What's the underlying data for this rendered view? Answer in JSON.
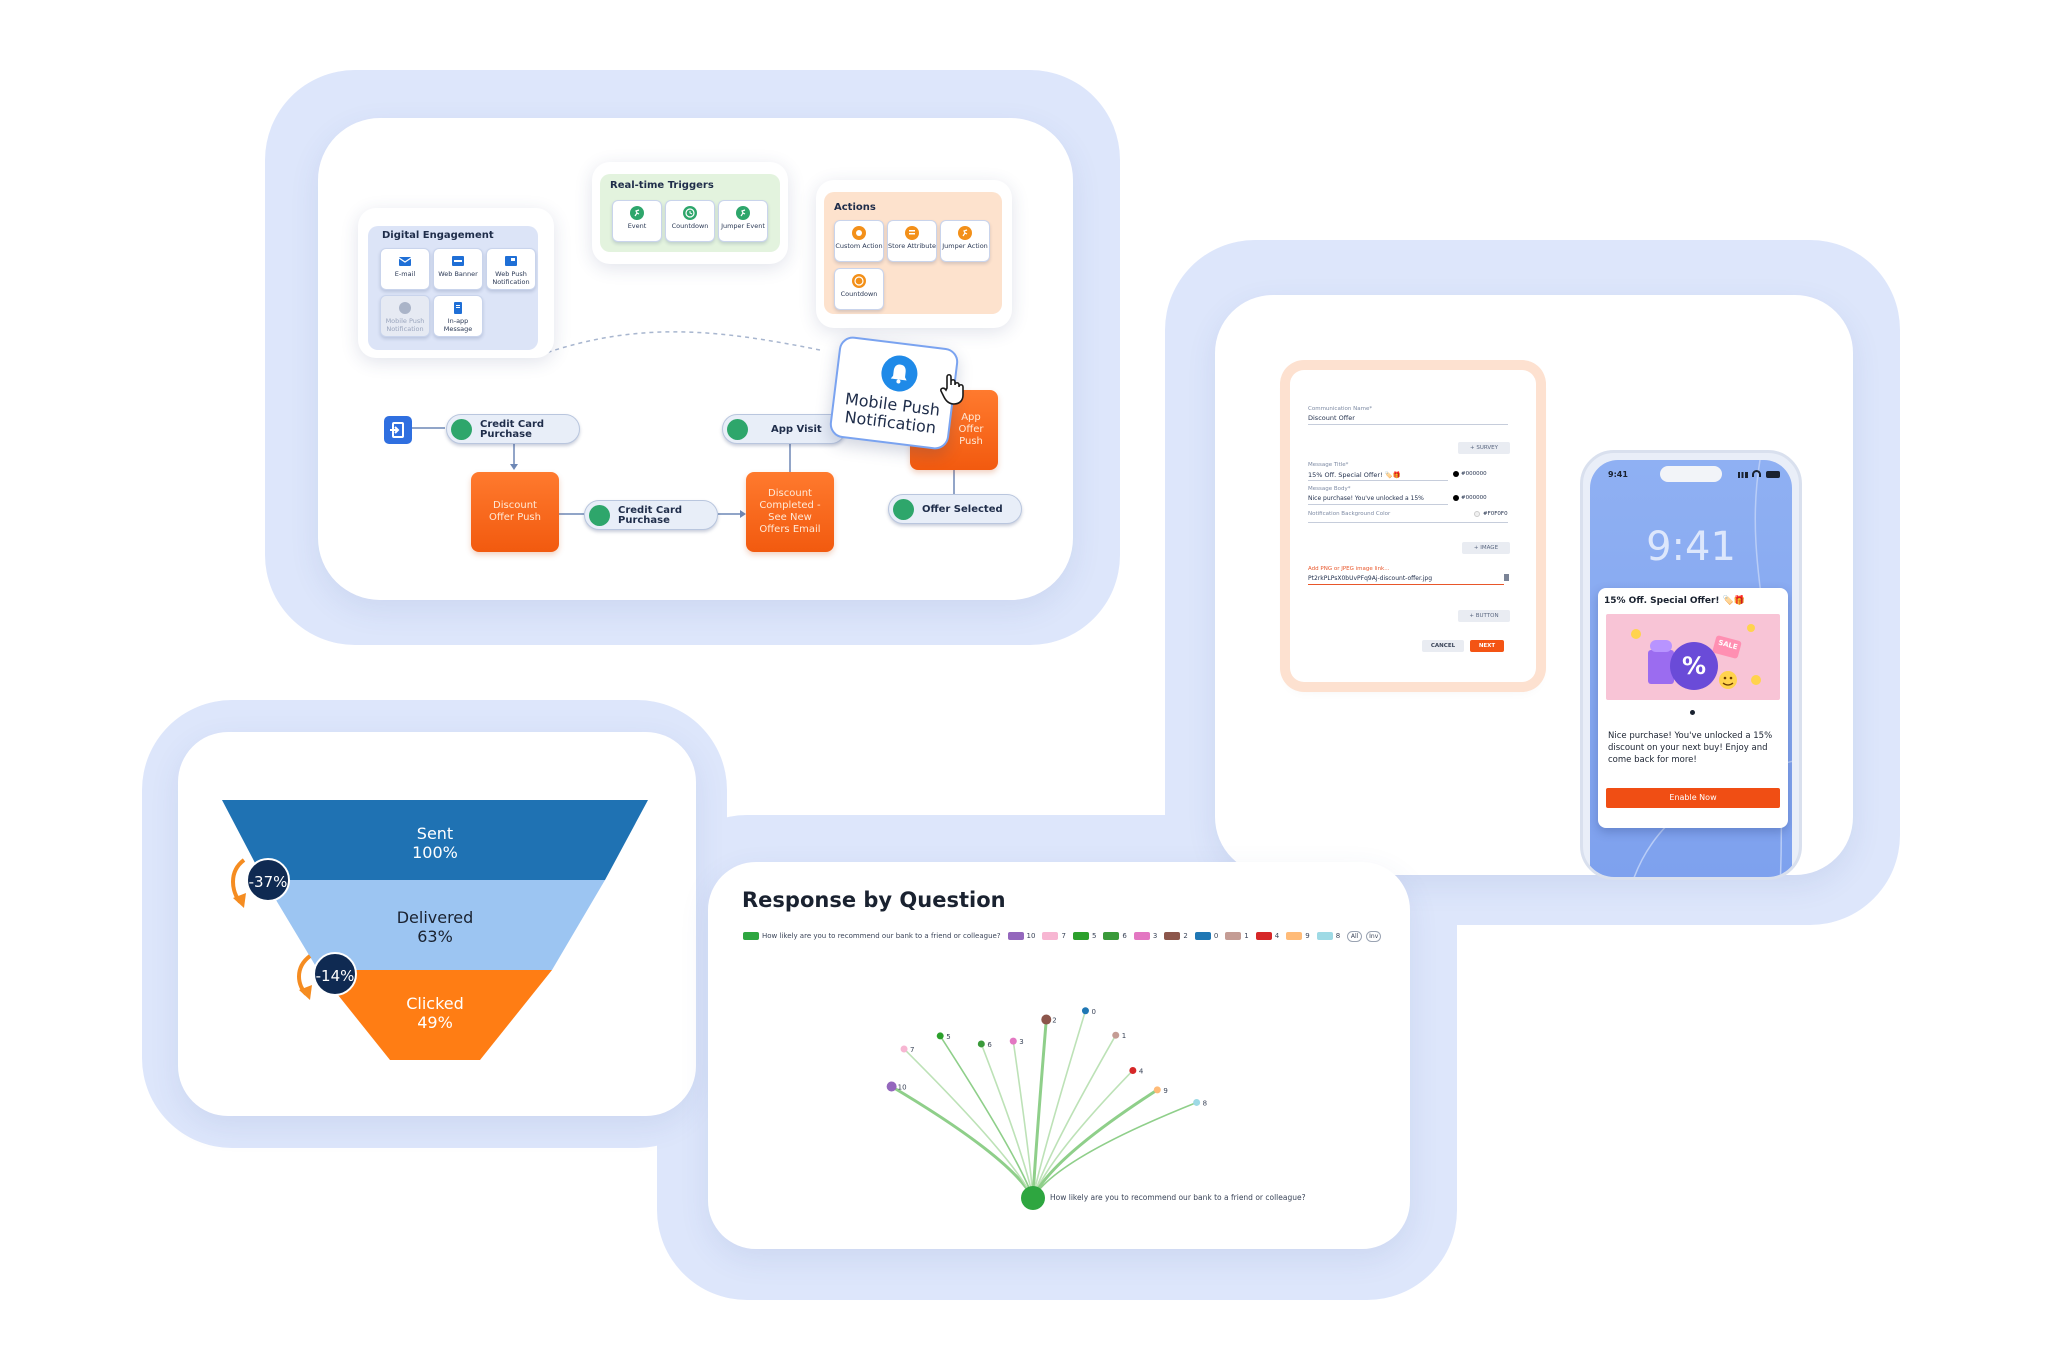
{
  "journey": {
    "digital_engagement": {
      "title": "Digital Engagement",
      "tiles": [
        "E-mail",
        "Web Banner",
        "Web Push Notification",
        "Mobile Push Notification",
        "In-app Message"
      ]
    },
    "realtime_triggers": {
      "title": "Real-time Triggers",
      "tiles": [
        "Event",
        "Countdown",
        "Jumper Event"
      ]
    },
    "actions": {
      "title": "Actions",
      "tiles": [
        "Custom Action",
        "Store Attribute",
        "Jumper Action",
        "Countdown"
      ]
    },
    "nodes": {
      "credit_card_1": "Credit Card Purchase",
      "credit_card_2": "Credit Card Purchase",
      "app_visit": "App Visit",
      "offer_selected": "Offer Selected",
      "discount_offer_push": "Discount Offer Push",
      "discount_completed": "Discount Completed - See New Offers Email",
      "app_offer_push": "App Offer Push"
    },
    "push_card": {
      "label": "Mobile Push Notification"
    }
  },
  "form": {
    "communication_name_label": "Communication Name*",
    "communication_name_value": "Discount Offer",
    "survey_button": "+ SURVEY",
    "message_title_label": "Message Title*",
    "message_title_value": "15% Off. Special Offer! 🏷️🎁",
    "message_title_color": "#000000",
    "message_body_label": "Message Body*",
    "message_body_value": "Nice purchase! You've unlocked a 15%",
    "message_body_color": "#000000",
    "bg_color_label": "Notification Background Color",
    "bg_color_value": "#F0F0F0",
    "image_button": "+ IMAGE",
    "image_link_label": "Add PNG or JPEG image link...",
    "image_link_value": "Pt2rkPLPsX0bUvPFq9Aj-discount-offer.jpg",
    "button_button": "+ BUTTON",
    "cancel_button": "CANCEL",
    "next_button": "NEXT"
  },
  "phone": {
    "status_time": "9:41",
    "lock_time": "9:41",
    "notification_title": "15% Off. Special Offer! 🏷️🎁",
    "image_sale_tag": "SALE",
    "image_percent": "%",
    "notification_body": "Nice purchase! You've unlocked a 15% discount on your next buy! Enjoy and come back for more!",
    "cta": "Enable Now"
  },
  "funnel": {
    "stages": [
      {
        "name": "Sent",
        "percent": "100%",
        "value": 100
      },
      {
        "name": "Delivered",
        "percent": "63%",
        "value": 63
      },
      {
        "name": "Clicked",
        "percent": "49%",
        "value": 49
      }
    ],
    "drops": [
      "-37%",
      "-14%"
    ]
  },
  "response": {
    "title": "Response by Question",
    "legend": [
      {
        "label": "How likely are you to recommend our bank to a friend or colleague?",
        "color": "#2ea640"
      },
      {
        "label": "10",
        "color": "#9467bd"
      },
      {
        "label": "7",
        "color": "#f7b6d2"
      },
      {
        "label": "5",
        "color": "#2ca02c"
      },
      {
        "label": "6",
        "color": "#3a9a3a"
      },
      {
        "label": "3",
        "color": "#e377c2"
      },
      {
        "label": "2",
        "color": "#8c564b"
      },
      {
        "label": "0",
        "color": "#1f77b4"
      },
      {
        "label": "1",
        "color": "#c49c94"
      },
      {
        "label": "4",
        "color": "#d62728"
      },
      {
        "label": "9",
        "color": "#ffbb78"
      },
      {
        "label": "8",
        "color": "#9edae5"
      }
    ],
    "legend_all": "All",
    "legend_inv": "Inv"
  },
  "chart_data": [
    {
      "type": "funnel",
      "categories": [
        "Sent",
        "Delivered",
        "Clicked"
      ],
      "values": [
        100,
        63,
        49
      ],
      "annotations": [
        "-37%",
        "-14%"
      ]
    },
    {
      "type": "radial-tree",
      "title": "Response by Question",
      "root": "How likely are you to recommend our bank to a friend or colleague?",
      "leaves": [
        "10",
        "7",
        "5",
        "6",
        "3",
        "2",
        "0",
        "1",
        "4",
        "9",
        "8"
      ]
    }
  ]
}
